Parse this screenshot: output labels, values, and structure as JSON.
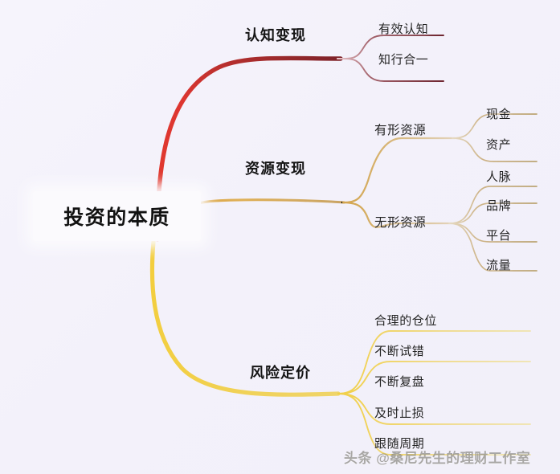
{
  "diagram": {
    "type": "mind-map",
    "root": {
      "label": "投资的本质"
    },
    "branches": [
      {
        "id": "cognition",
        "label": "认知变现",
        "color": "#d5323a",
        "children": [
          {
            "label": "有效认知"
          },
          {
            "label": "知行合一"
          }
        ]
      },
      {
        "id": "resource",
        "label": "资源变现",
        "color": "#e0a33c",
        "children": [
          {
            "label": "有形资源",
            "children": [
              {
                "label": "现金"
              },
              {
                "label": "资产"
              }
            ]
          },
          {
            "label": "无形资源",
            "children": [
              {
                "label": "人脉"
              },
              {
                "label": "品牌"
              },
              {
                "label": "平台"
              },
              {
                "label": "流量"
              }
            ]
          }
        ]
      },
      {
        "id": "risk",
        "label": "风险定价",
        "color": "#f2cf3f",
        "children": [
          {
            "label": "合理的仓位"
          },
          {
            "label": "不断试错"
          },
          {
            "label": "不断复盘"
          },
          {
            "label": "及时止损"
          },
          {
            "label": "跟随周期"
          }
        ]
      }
    ]
  },
  "watermark": {
    "text": "头条 @桑尼先生的理财工作室"
  },
  "colors": {
    "background": "#f4f2fb",
    "root_box": "#fbfafd",
    "branch_red": "#d5323a",
    "branch_gold": "#e0a33c",
    "branch_yellow": "#f2cf3f",
    "text_dark": "#1b1b1b"
  }
}
